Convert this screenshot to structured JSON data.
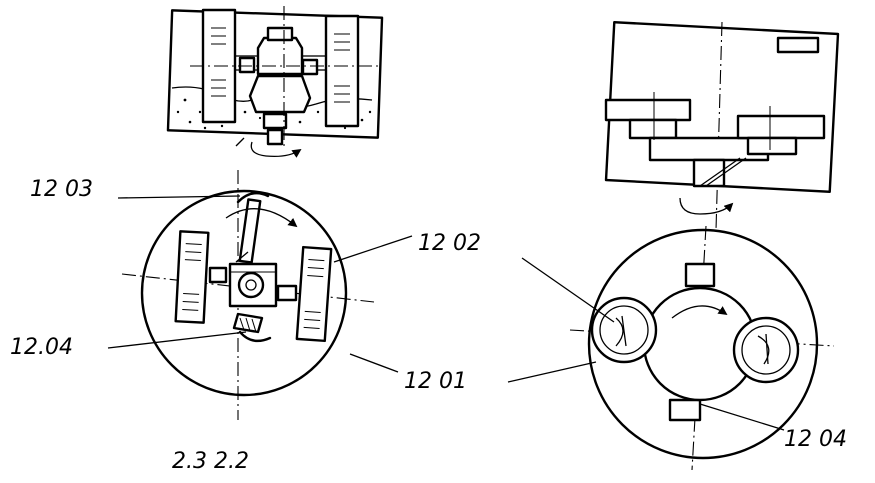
{
  "labels": {
    "label_1203": "12 03",
    "label_1202": "12 02",
    "label_1204_left": "12.04",
    "label_1201": "12 01",
    "label_1204_right": "12 04",
    "caption": "2.3 2.2"
  }
}
